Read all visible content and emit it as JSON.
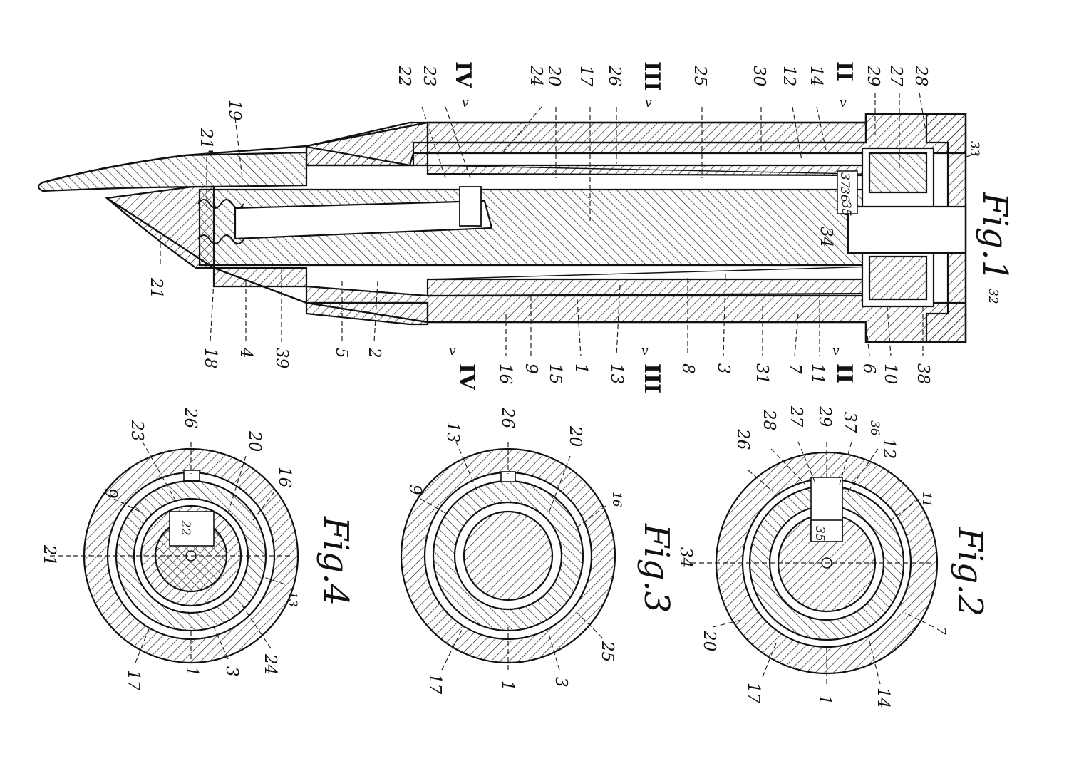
{
  "figures": {
    "fig1": "Fig.1",
    "fig2": "Fig.2",
    "fig3": "Fig.3",
    "fig4": "Fig.4"
  },
  "fig1_labels": {
    "top": [
      "22",
      "23",
      "IV",
      "24",
      "20",
      "17",
      "26",
      "III",
      "25",
      "30",
      "12",
      "14",
      "II",
      "29",
      "27",
      "28"
    ],
    "left": [
      "21'",
      "19",
      "21"
    ],
    "bottom": [
      "18",
      "4",
      "39",
      "5",
      "2",
      "IV",
      "16",
      "9",
      "15",
      "1",
      "13",
      "III",
      "8",
      "3",
      "31",
      "7",
      "11",
      "II",
      "6",
      "10",
      "38"
    ],
    "right": [
      "33",
      "32",
      "34"
    ],
    "inner": [
      "37",
      "36",
      "35"
    ]
  },
  "fig2_labels": [
    "28",
    "27",
    "29",
    "37",
    "36",
    "12",
    "26",
    "11",
    "34",
    "35",
    "7",
    "14",
    "1",
    "17",
    "20"
  ],
  "fig3_labels": [
    "13",
    "26",
    "20",
    "9",
    "16",
    "25",
    "3",
    "1",
    "17"
  ],
  "fig4_labels": [
    "23",
    "26",
    "20",
    "9",
    "16",
    "22",
    "21",
    "13",
    "24",
    "3",
    "1",
    "17"
  ],
  "section_marks": [
    "IV",
    "III",
    "II"
  ]
}
